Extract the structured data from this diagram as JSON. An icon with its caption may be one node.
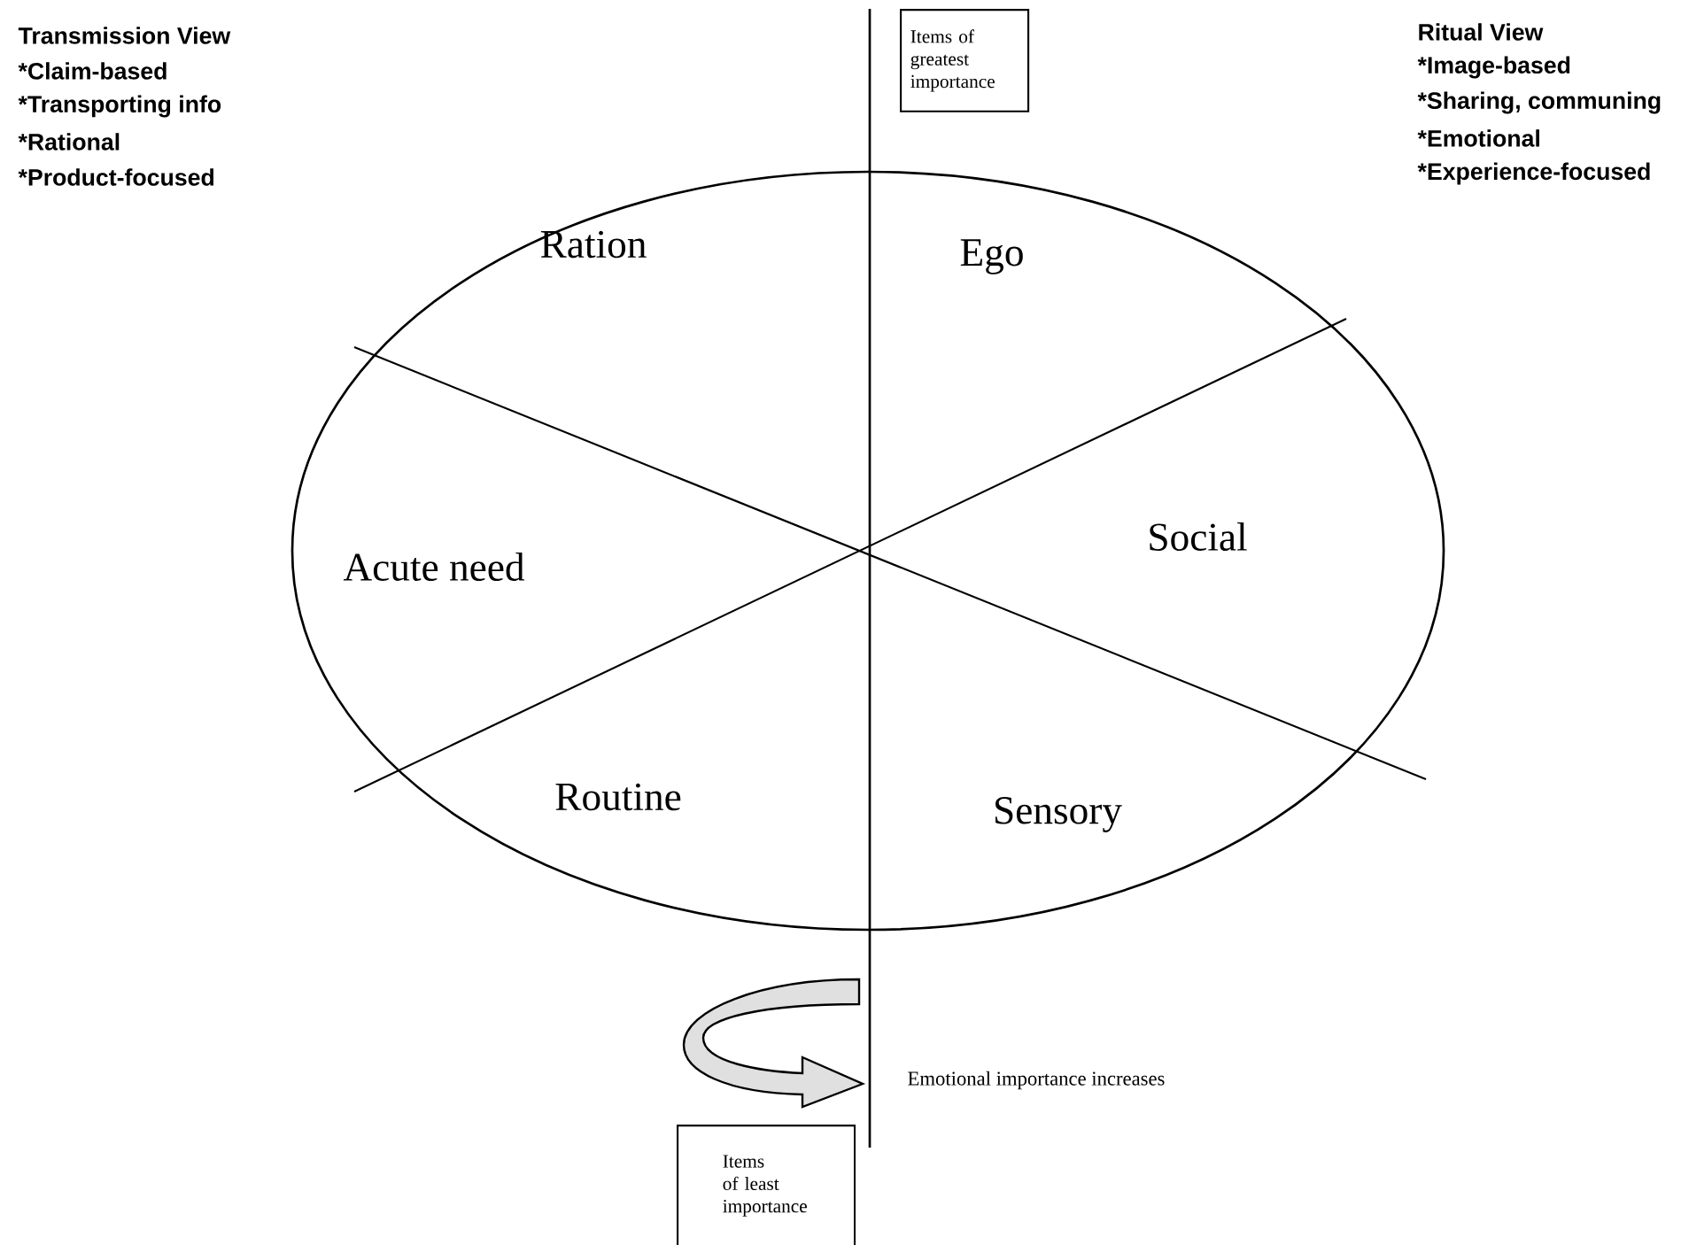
{
  "diagram": {
    "nodes": [
      {
        "text": [
          "Items of greatest importance"
        ]
      },
      {
        "text": [
          "Items of least importance"
        ]
      }
    ],
    "labels": [
      "Transmission View",
      "*Claim-based",
      "*Transporting info",
      "*Rational",
      "*Product-focused",
      "Ritual View",
      "*Image-based",
      "*Sharing, communing",
      "*Emotional",
      "*Experience-focused",
      "Ration",
      "Ego",
      "Acute need",
      "Social",
      "Routine",
      "Sensory",
      "Emotional importance increases"
    ]
  }
}
